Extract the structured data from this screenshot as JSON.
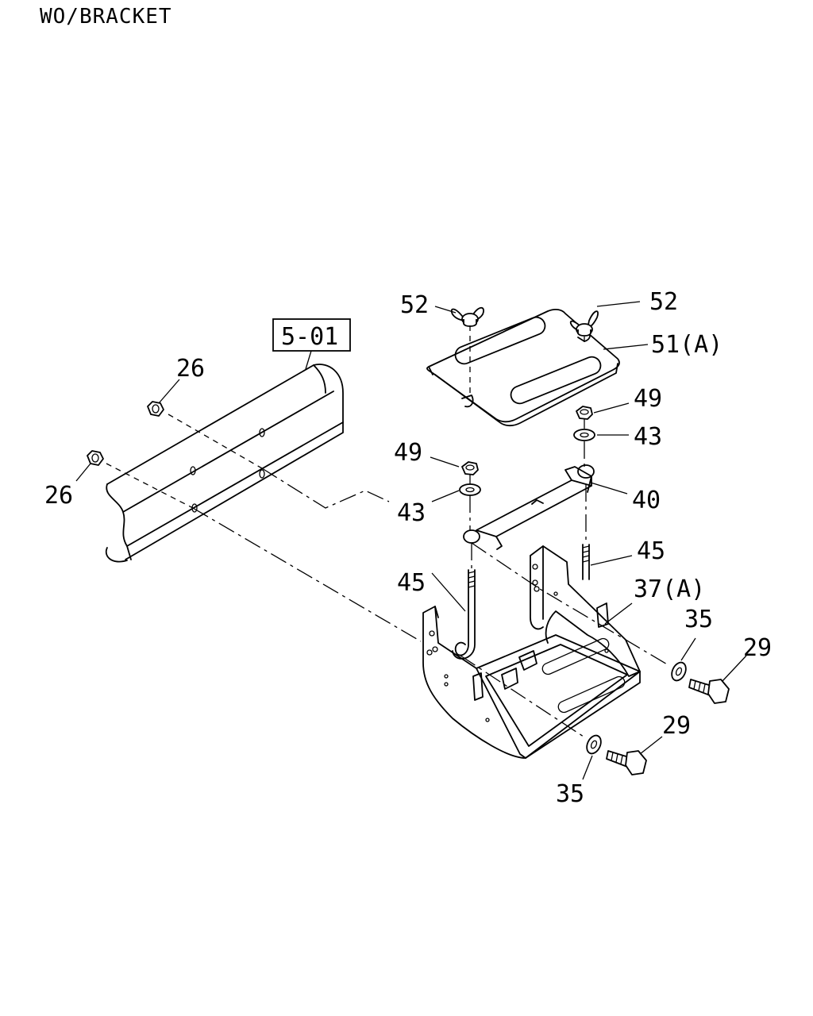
{
  "header": {
    "title": "WO/BRACKET"
  },
  "reference": {
    "label": "5-01"
  },
  "callouts": [
    {
      "id": "c26a",
      "text": "26"
    },
    {
      "id": "c26b",
      "text": "26"
    },
    {
      "id": "c52a",
      "text": "52"
    },
    {
      "id": "c52b",
      "text": "52"
    },
    {
      "id": "c51",
      "text": "51(A)"
    },
    {
      "id": "c49a",
      "text": "49"
    },
    {
      "id": "c43a",
      "text": "43"
    },
    {
      "id": "c49b",
      "text": "49"
    },
    {
      "id": "c43b",
      "text": "43"
    },
    {
      "id": "c40",
      "text": "40"
    },
    {
      "id": "c45a",
      "text": "45"
    },
    {
      "id": "c45b",
      "text": "45"
    },
    {
      "id": "c37",
      "text": "37(A)"
    },
    {
      "id": "c35a",
      "text": "35"
    },
    {
      "id": "c29a",
      "text": "29"
    },
    {
      "id": "c29b",
      "text": "29"
    },
    {
      "id": "c35b",
      "text": "35"
    }
  ]
}
